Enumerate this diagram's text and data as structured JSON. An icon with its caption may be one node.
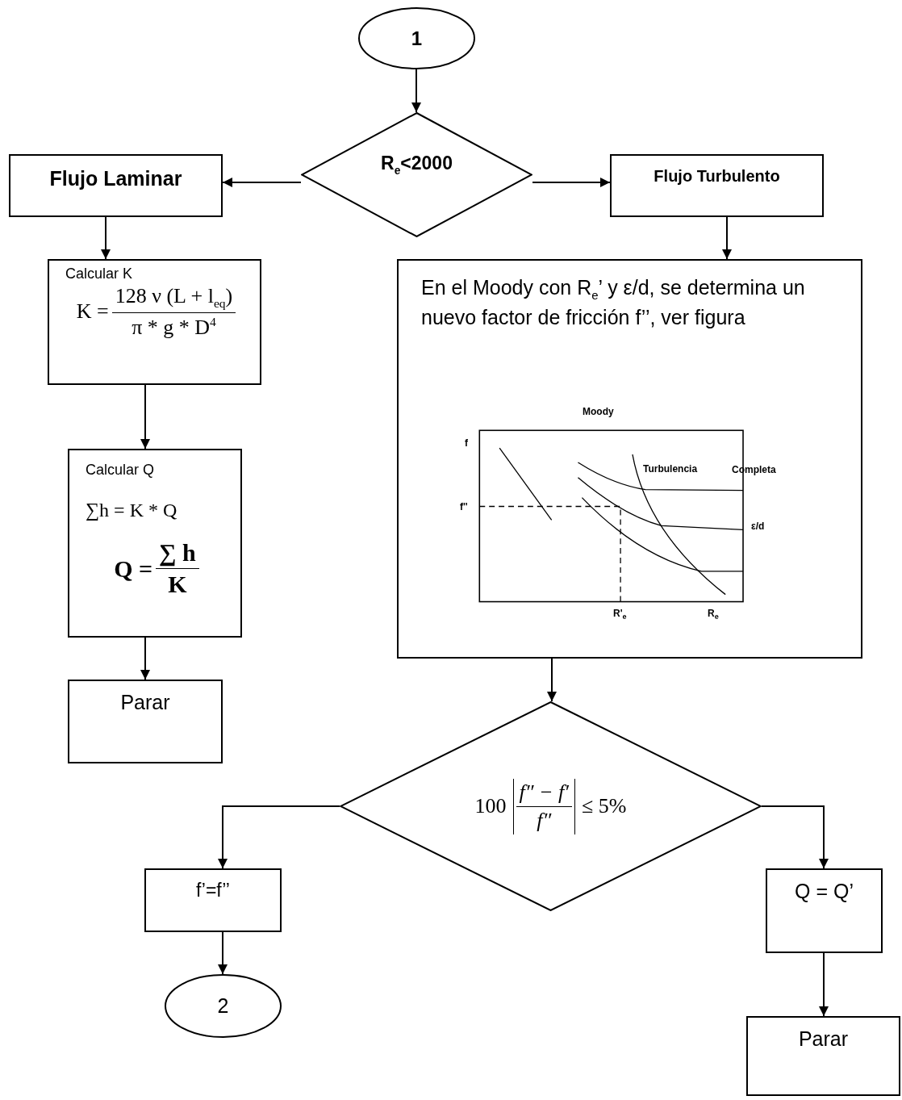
{
  "diagram": {
    "nodes": [
      {
        "text": [
          "1"
        ]
      },
      {
        "text": [
          "R$_{e}$<2000"
        ]
      },
      {
        "text": [
          "Flujo Laminar"
        ]
      },
      {
        "text": [
          "Flujo Turbulento"
        ]
      },
      {
        "text": [
          "Calcular K",
          "K =",
          "128 ν (L + l$_{eq}$)",
          "π * g * D$^{4}$"
        ]
      },
      {
        "text": [
          "En el Moody con R$_{e}$’ y ε/d, se determina un nuevo factor de fricción f’’, ver figura"
        ]
      },
      {
        "text": [
          "Calcular Q",
          "∑h = K * Q",
          "Q =",
          "∑ h",
          "K"
        ]
      },
      {
        "text": [
          "Parar"
        ]
      },
      {
        "text": [
          "100",
          "f″ − f′",
          "f″",
          "≤ 5%"
        ]
      },
      {
        "text": [
          "f’=f’’"
        ]
      },
      {
        "text": [
          "Q = Q’"
        ]
      },
      {
        "text": [
          "2"
        ]
      },
      {
        "text": [
          "Parar"
        ]
      }
    ],
    "edges": [
      {
        "from": 0,
        "to": 1,
        "arrow": "to"
      },
      {
        "from": 1,
        "to": 2,
        "arrow": "to"
      },
      {
        "from": 1,
        "to": 3,
        "arrow": "to"
      },
      {
        "from": 2,
        "to": 4,
        "arrow": "to"
      },
      {
        "from": 3,
        "to": 5,
        "arrow": "to"
      },
      {
        "from": 4,
        "to": 6,
        "arrow": "to"
      },
      {
        "from": 6,
        "to": 7,
        "arrow": "to"
      },
      {
        "from": 5,
        "to": 8,
        "arrow": "to"
      },
      {
        "from": 8,
        "to": 9,
        "arrow": "to"
      },
      {
        "from": 8,
        "to": 10,
        "arrow": "to"
      },
      {
        "from": 9,
        "to": 11,
        "arrow": "to"
      },
      {
        "from": 10,
        "to": 12,
        "arrow": "to"
      }
    ],
    "labels": [
      "Moody",
      "f",
      "f''",
      "Turbulencia",
      "Completa",
      "ε/d",
      "R'$_{e}$",
      "R$_{e}$"
    ]
  }
}
